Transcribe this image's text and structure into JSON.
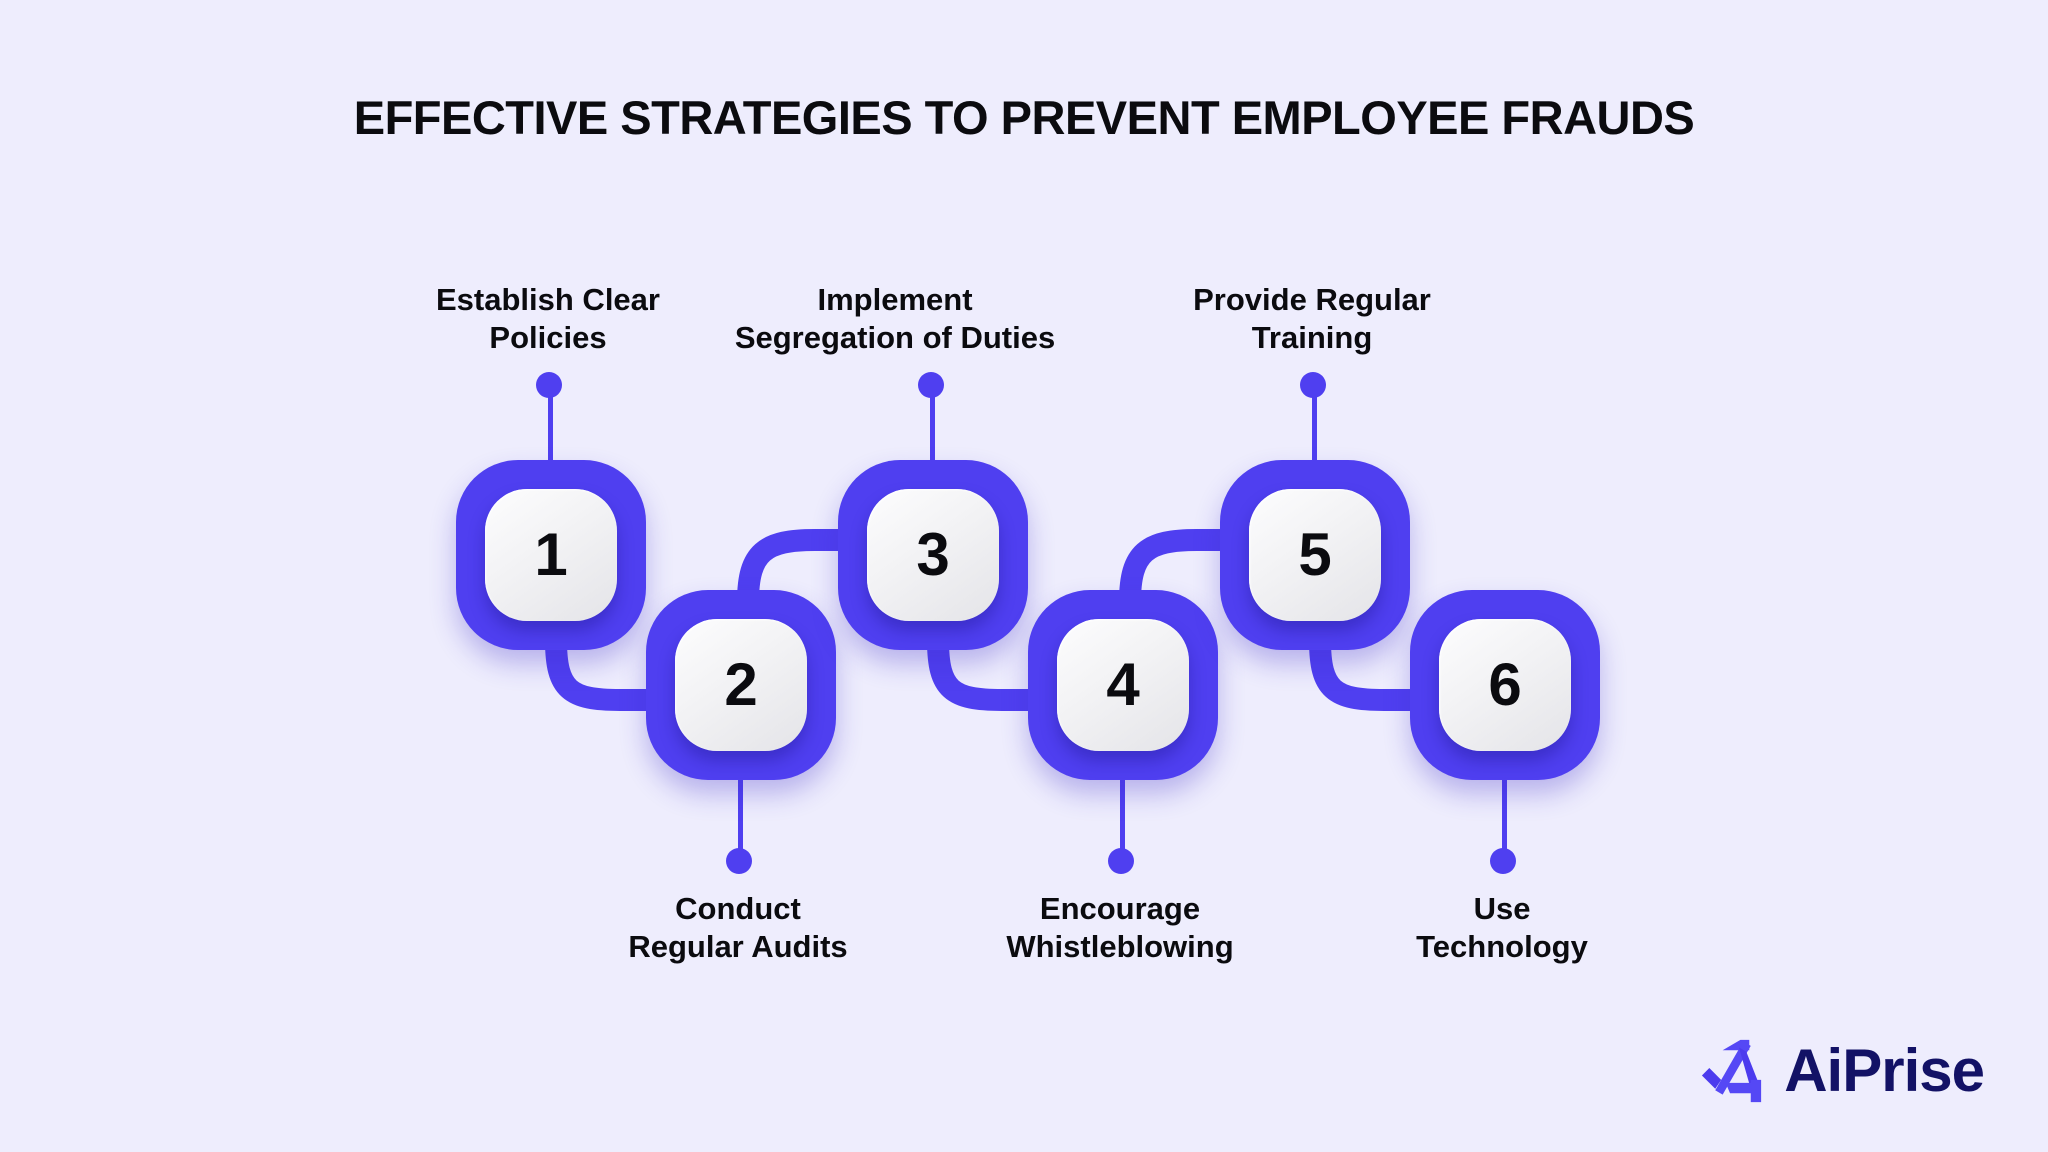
{
  "page": {
    "title": "EFFECTIVE STRATEGIES TO PREVENT EMPLOYEE FRAUDS",
    "background_color": "#EEEDFD",
    "accent_color": "#4F3FF0",
    "text_color": "#0B0B0F"
  },
  "steps": [
    {
      "number": "1",
      "label": "Establish Clear\nPolicies",
      "position": "above"
    },
    {
      "number": "2",
      "label": "Conduct\nRegular Audits",
      "position": "below"
    },
    {
      "number": "3",
      "label": "Implement\nSegregation of Duties",
      "position": "above"
    },
    {
      "number": "4",
      "label": "Encourage\nWhistleblowing",
      "position": "below"
    },
    {
      "number": "5",
      "label": "Provide Regular\nTraining",
      "position": "above"
    },
    {
      "number": "6",
      "label": "Use\nTechnology",
      "position": "below"
    }
  ],
  "steps_flat": {
    "s1_num": "1",
    "s1_l1": "Establish Clear",
    "s1_l2": "Policies",
    "s2_num": "2",
    "s2_l1": "Conduct",
    "s2_l2": "Regular Audits",
    "s3_num": "3",
    "s3_l1": "Implement",
    "s3_l2": "Segregation of Duties",
    "s4_num": "4",
    "s4_l1": "Encourage",
    "s4_l2": "Whistleblowing",
    "s5_num": "5",
    "s5_l1": "Provide Regular",
    "s5_l2": "Training",
    "s6_num": "6",
    "s6_l1": "Use",
    "s6_l2": "Technology"
  },
  "brand": {
    "name": "AiPrise",
    "mark_color": "#5548F5",
    "text_color": "#131266"
  }
}
